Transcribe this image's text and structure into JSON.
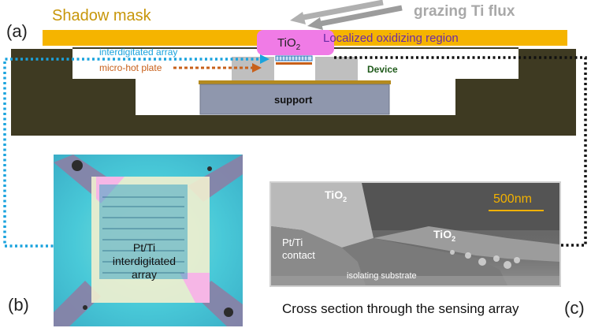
{
  "labels": {
    "a": "(a)",
    "b": "(b)",
    "c": "(c)",
    "shadow_mask": "Shadow mask",
    "grazing_flux": "grazing Ti flux",
    "tio2_top_main": "TiO",
    "tio2_top_sub": "2",
    "localized_region": "Localized oxidizing region",
    "interdigitated_array": "interdigitated array",
    "micro_hot_plate": "micro-hot plate",
    "device": "Device",
    "support": "support",
    "micrograph_label_line1": "Pt/Ti",
    "micrograph_label_line2": "interdigitated",
    "micrograph_label_line3": "array",
    "sem_tio2_left_main": "TiO",
    "sem_tio2_left_sub": "2",
    "sem_tio2_right_main": "TiO",
    "sem_tio2_right_sub": "2",
    "sem_pt_line1": "Pt/Ti",
    "sem_pt_line2": "contact",
    "sem_isolating": "isolating substrate",
    "scale_bar": "500nm",
    "cross_section_caption": "Cross section through the sensing array"
  },
  "colors": {
    "housing": "#3e3a22",
    "shadow_mask": "#f5b400",
    "shadow_mask_text": "#c7960a",
    "tio2_pink": "#f07be6",
    "localized_text": "#6a2aa6",
    "interdigitated": "#1aa3dd",
    "micro_hot_plate": "#c8601a",
    "device_text": "#1f5a1a",
    "support_fill": "#8f97ad",
    "pillar": "#bfbfbf",
    "flux_arrow": "#a8a8a8",
    "scale_bar": "#f2b100",
    "dotted_black": "#111111"
  }
}
